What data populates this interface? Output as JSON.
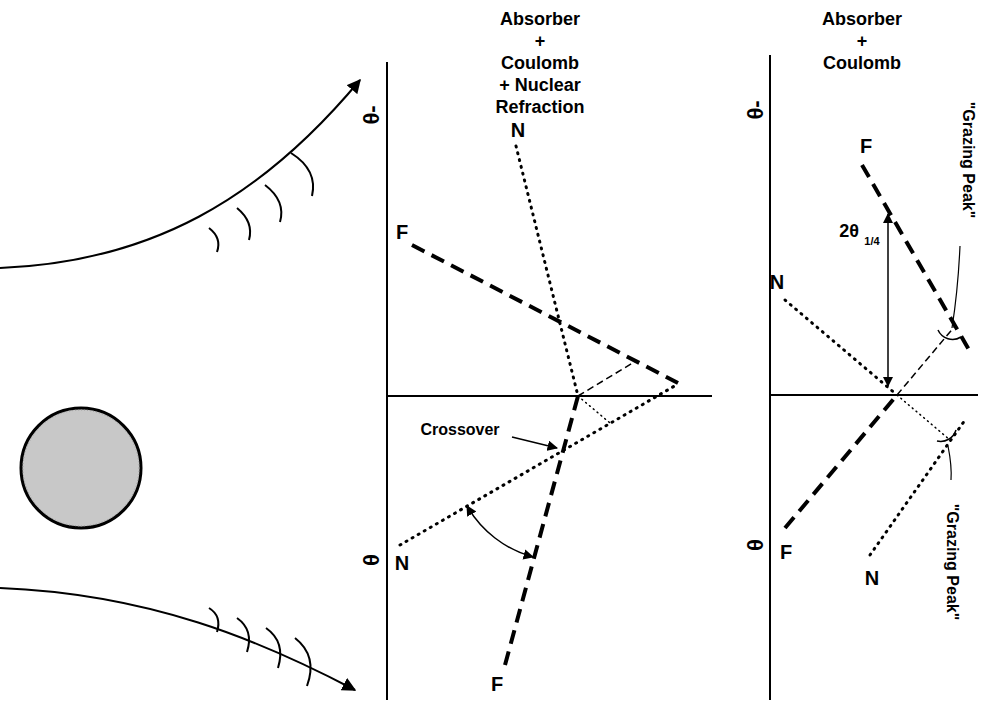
{
  "diagram": {
    "labels": [
      "Absorber + Coulomb + Nuclear Refraction",
      "Absorber + Coulomb",
      "θ-",
      "N",
      "F",
      "Crossover",
      "N",
      "θ",
      "F",
      "θ-",
      "N",
      "F",
      "2θ",
      "1/4",
      "\"Grazing Peak\"",
      "θ",
      "F",
      "\"Grazing Peak\"",
      "N"
    ]
  }
}
